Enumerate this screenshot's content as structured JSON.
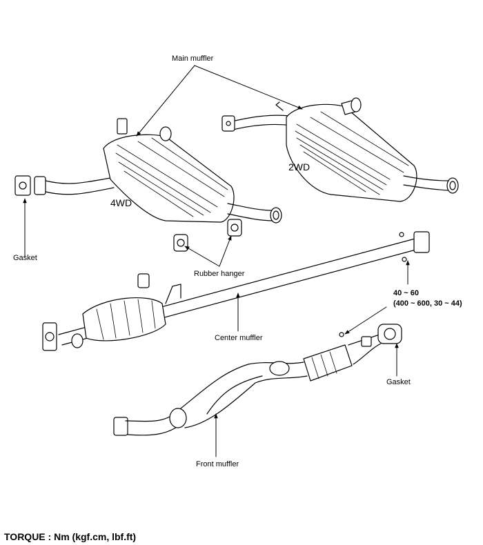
{
  "labels": {
    "main_muffler": "Main muffler",
    "two_wd": "2WD",
    "four_wd": "4WD",
    "gasket_left": "Gasket",
    "rubber_hanger": "Rubber hanger",
    "torque_value": "40 ~ 60",
    "torque_alt": "(400 ~ 600, 30 ~ 44)",
    "center_muffler": "Center muffler",
    "gasket_right": "Gasket",
    "front_muffler": "Front muffler"
  },
  "footer": {
    "torque_units": "TORQUE : Nm (kgf.cm, lbf.ft)"
  },
  "colors": {
    "line": "#000000",
    "fill": "#ffffff",
    "shade": "#e6e6e6"
  }
}
